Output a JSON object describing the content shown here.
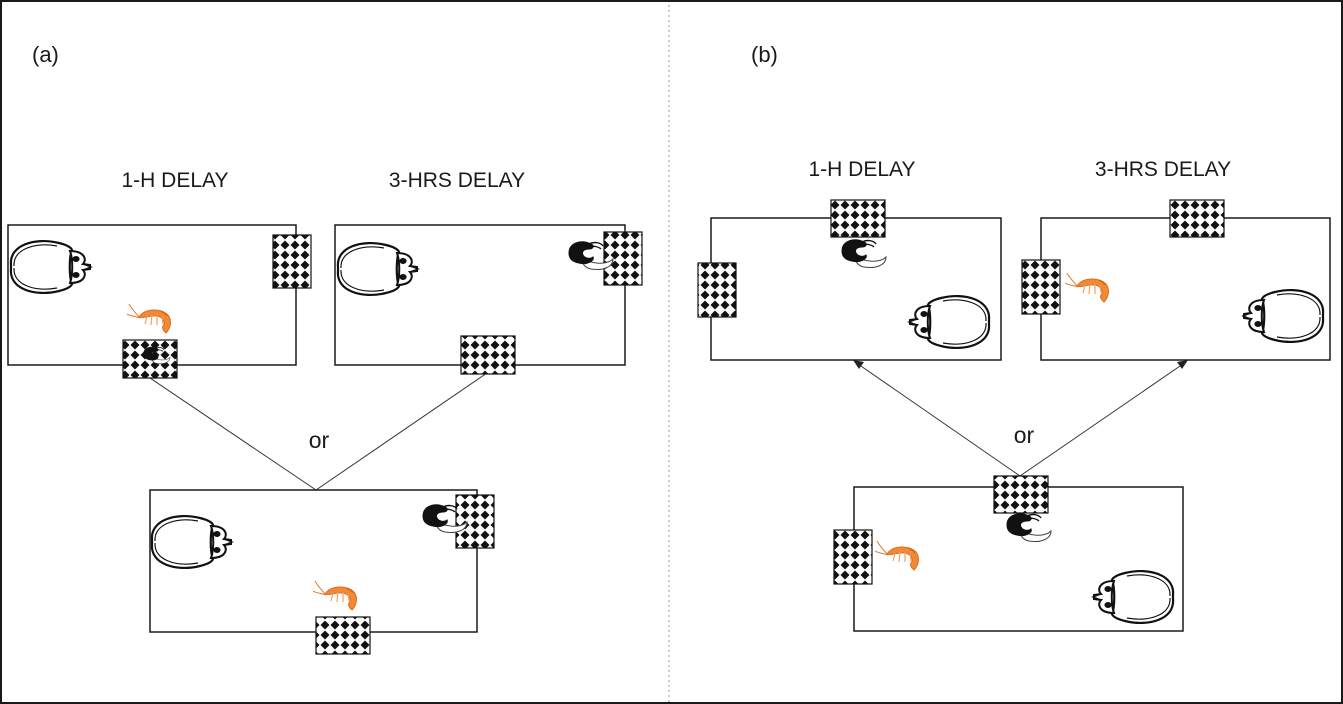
{
  "panels": [
    {
      "letter": "(a)",
      "conditions": [
        "1-H DELAY",
        "3-HRS DELAY"
      ],
      "connector": "or"
    },
    {
      "letter": "(b)",
      "conditions": [
        "1-H DELAY",
        "3-HRS DELAY"
      ],
      "connector": "or"
    }
  ],
  "colors": {
    "outline": "#1a1a1a",
    "checker": "#111111",
    "shrimp": "#f08a35",
    "divider": "#9a9a9a"
  },
  "icons": [
    "cuttlefish-icon",
    "shrimp-icon",
    "crab-icon",
    "checkerboard-pattern"
  ]
}
